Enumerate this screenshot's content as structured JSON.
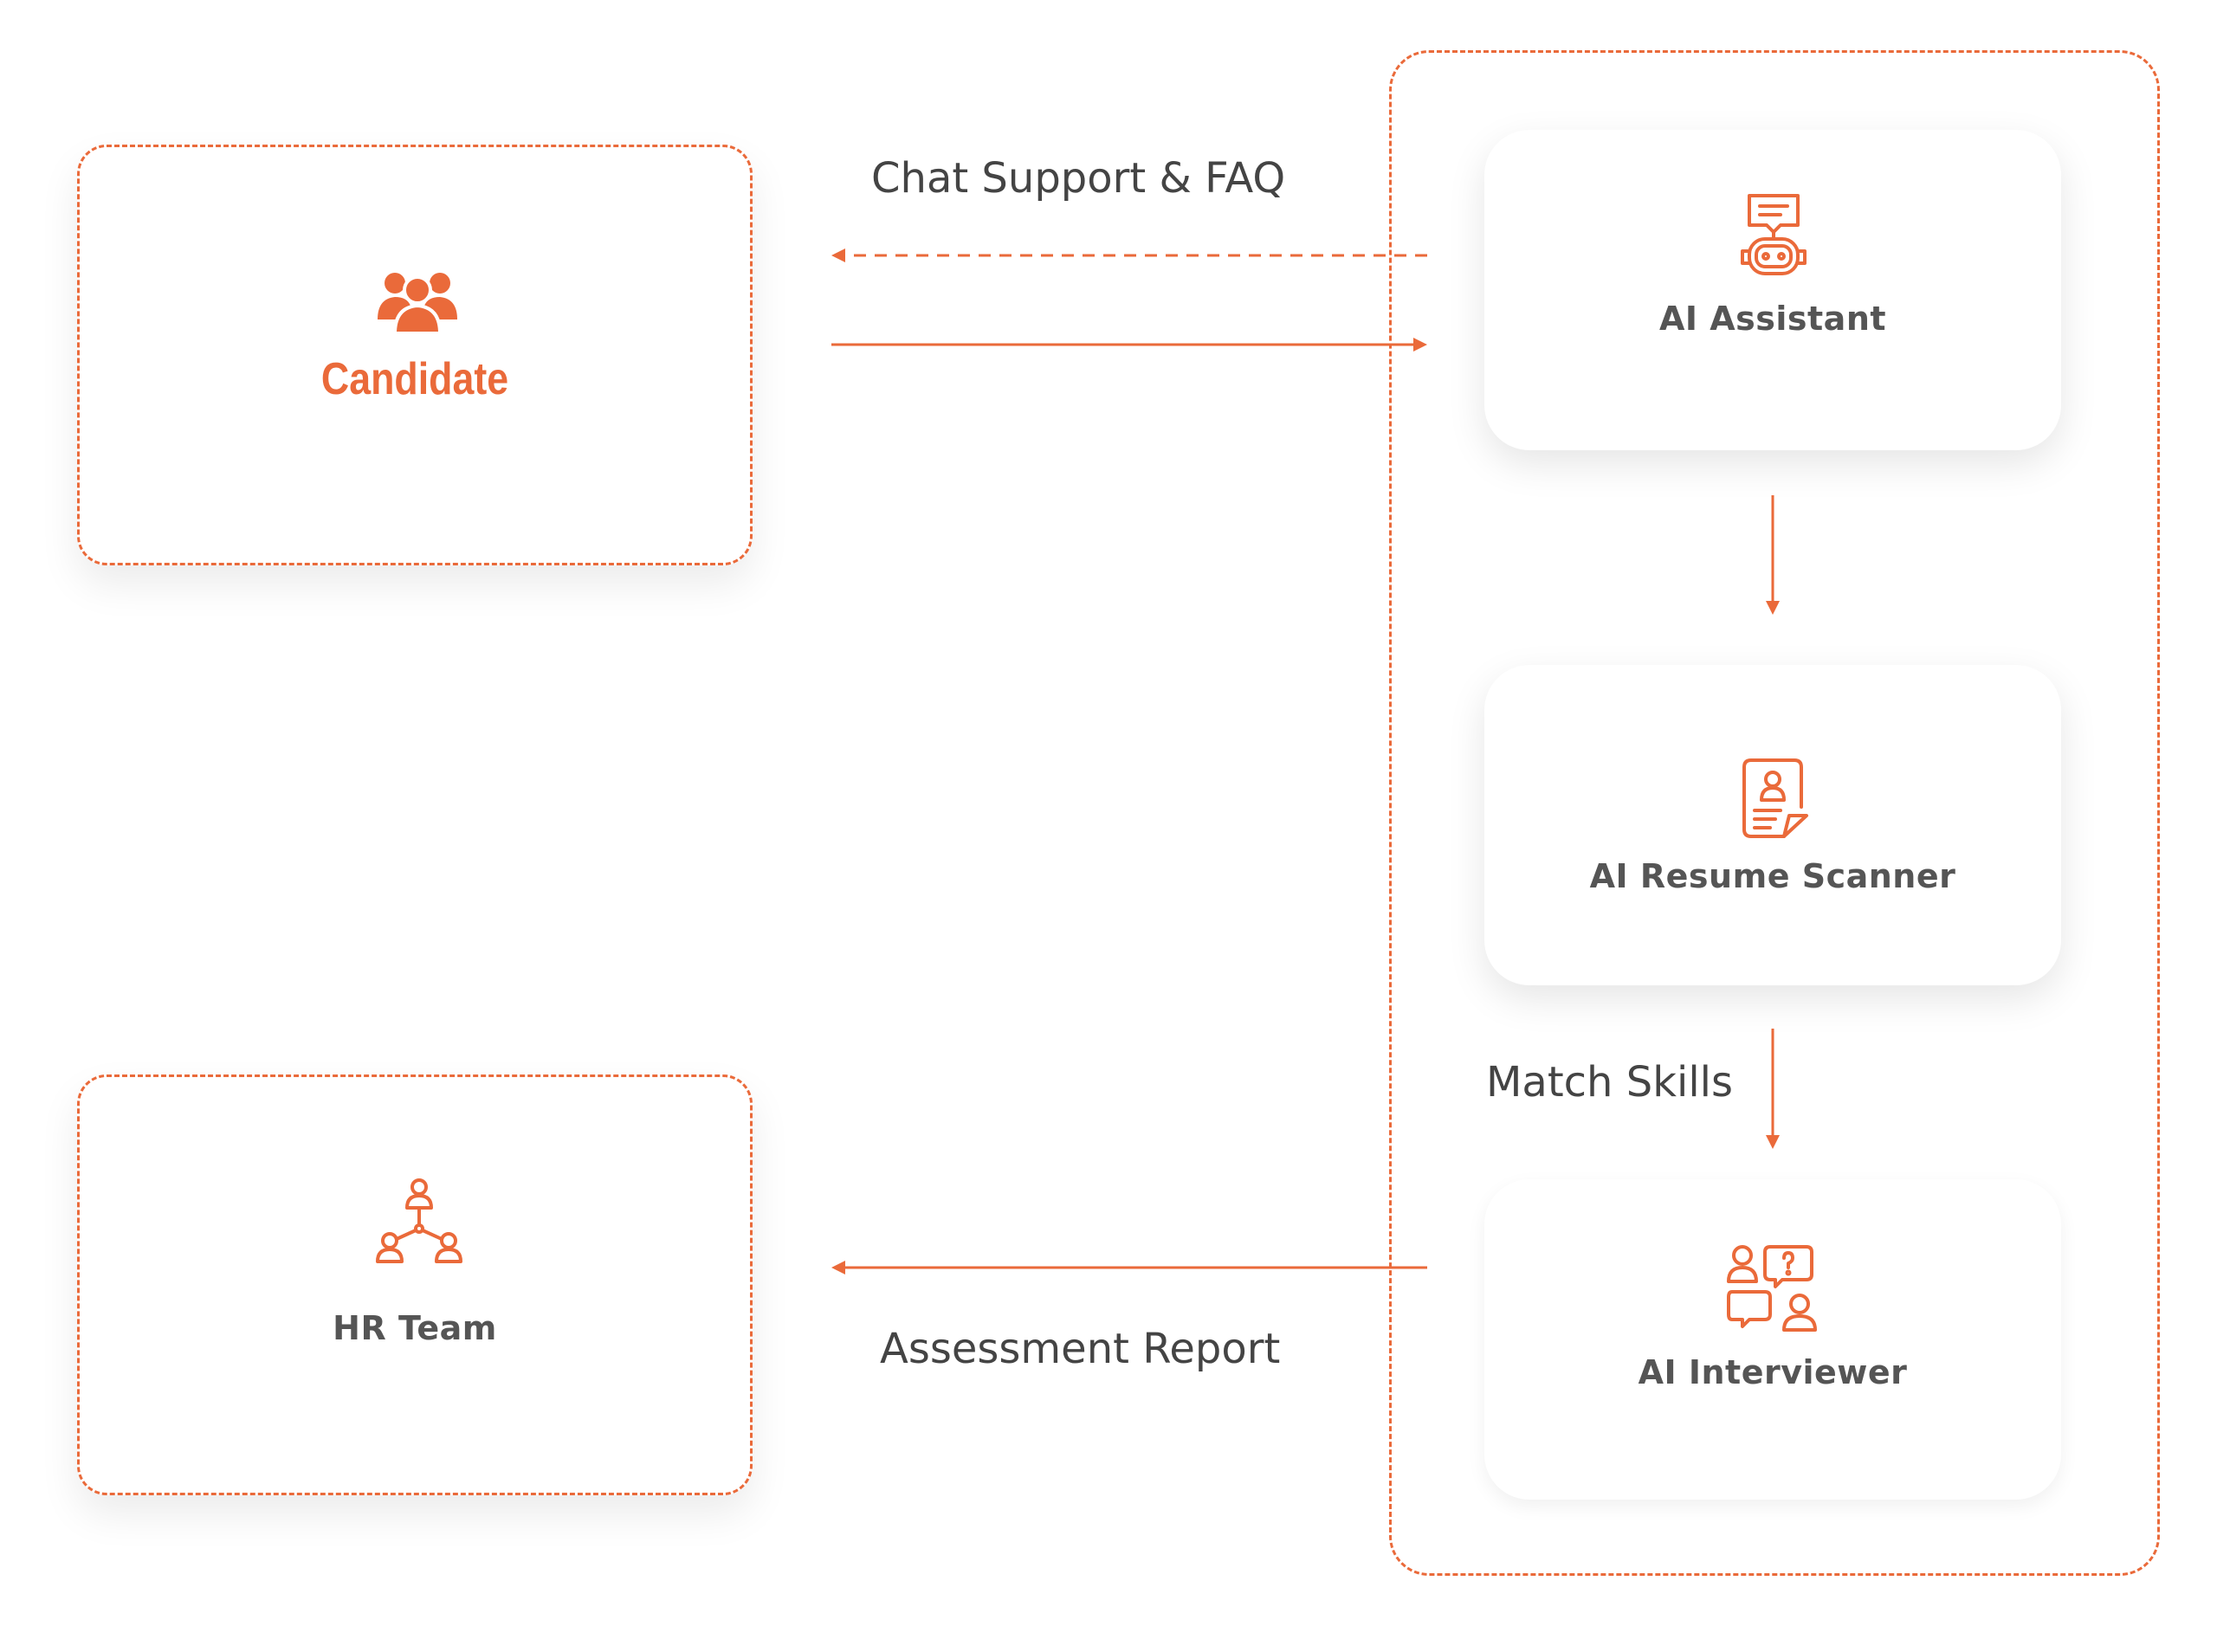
{
  "nodes": {
    "candidate": {
      "label": "Candidate",
      "icon": "users-group-icon"
    },
    "hr_team": {
      "label": "HR Team",
      "icon": "team-hierarchy-icon"
    },
    "ai_assistant": {
      "label": "AI Assistant",
      "icon": "chatbot-robot-icon"
    },
    "ai_resume_scanner": {
      "label": "AI Resume Scanner",
      "icon": "resume-document-icon"
    },
    "ai_interviewer": {
      "label": "AI Interviewer",
      "icon": "interview-chat-icon"
    }
  },
  "edges": {
    "chat_support": {
      "label": "Chat Support & FAQ",
      "from": "ai_assistant",
      "to": "candidate",
      "style": "dashed"
    },
    "candidate_to_assistant": {
      "label": "",
      "from": "candidate",
      "to": "ai_assistant",
      "style": "solid"
    },
    "assistant_to_scanner": {
      "label": "",
      "from": "ai_assistant",
      "to": "ai_resume_scanner",
      "style": "solid"
    },
    "match_skills": {
      "label": "Match Skills",
      "from": "ai_resume_scanner",
      "to": "ai_interviewer",
      "style": "solid"
    },
    "assessment_report": {
      "label": "Assessment Report",
      "from": "ai_interviewer",
      "to": "hr_team",
      "style": "solid"
    }
  },
  "colors": {
    "accent": "#ea6a3a",
    "text": "#555555",
    "edge_text": "#444444",
    "background": "#ffffff"
  }
}
